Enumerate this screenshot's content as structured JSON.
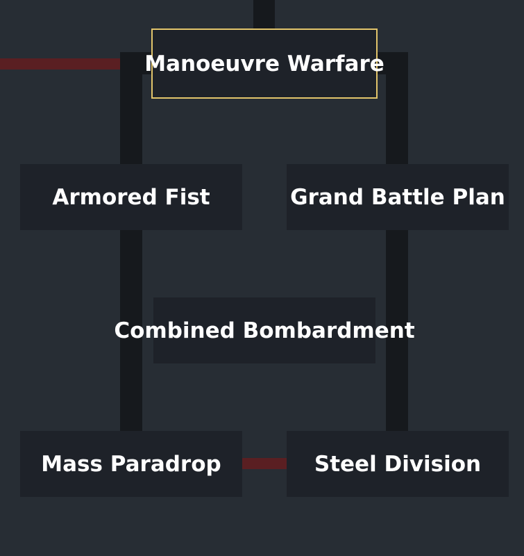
{
  "focus_tree": {
    "nodes": [
      {
        "id": "manoeuvre-warfare",
        "label": "Manoeuvre Warfare",
        "selected": true
      },
      {
        "id": "armored-fist",
        "label": "Armored Fist",
        "selected": false
      },
      {
        "id": "grand-battle-plan",
        "label": "Grand Battle Plan",
        "selected": false
      },
      {
        "id": "combined-bombardment",
        "label": "Combined Bombardment",
        "selected": false
      },
      {
        "id": "mass-paradrop",
        "label": "Mass Paradrop",
        "selected": false
      },
      {
        "id": "steel-division",
        "label": "Steel Division",
        "selected": false
      }
    ],
    "colors": {
      "background": "#272d34",
      "node_fill": "#1e2229",
      "connector": "#16191d",
      "exclusive_connector": "#5a1f22",
      "selected_border": "#e3c56b",
      "text": "#ffffff"
    }
  }
}
